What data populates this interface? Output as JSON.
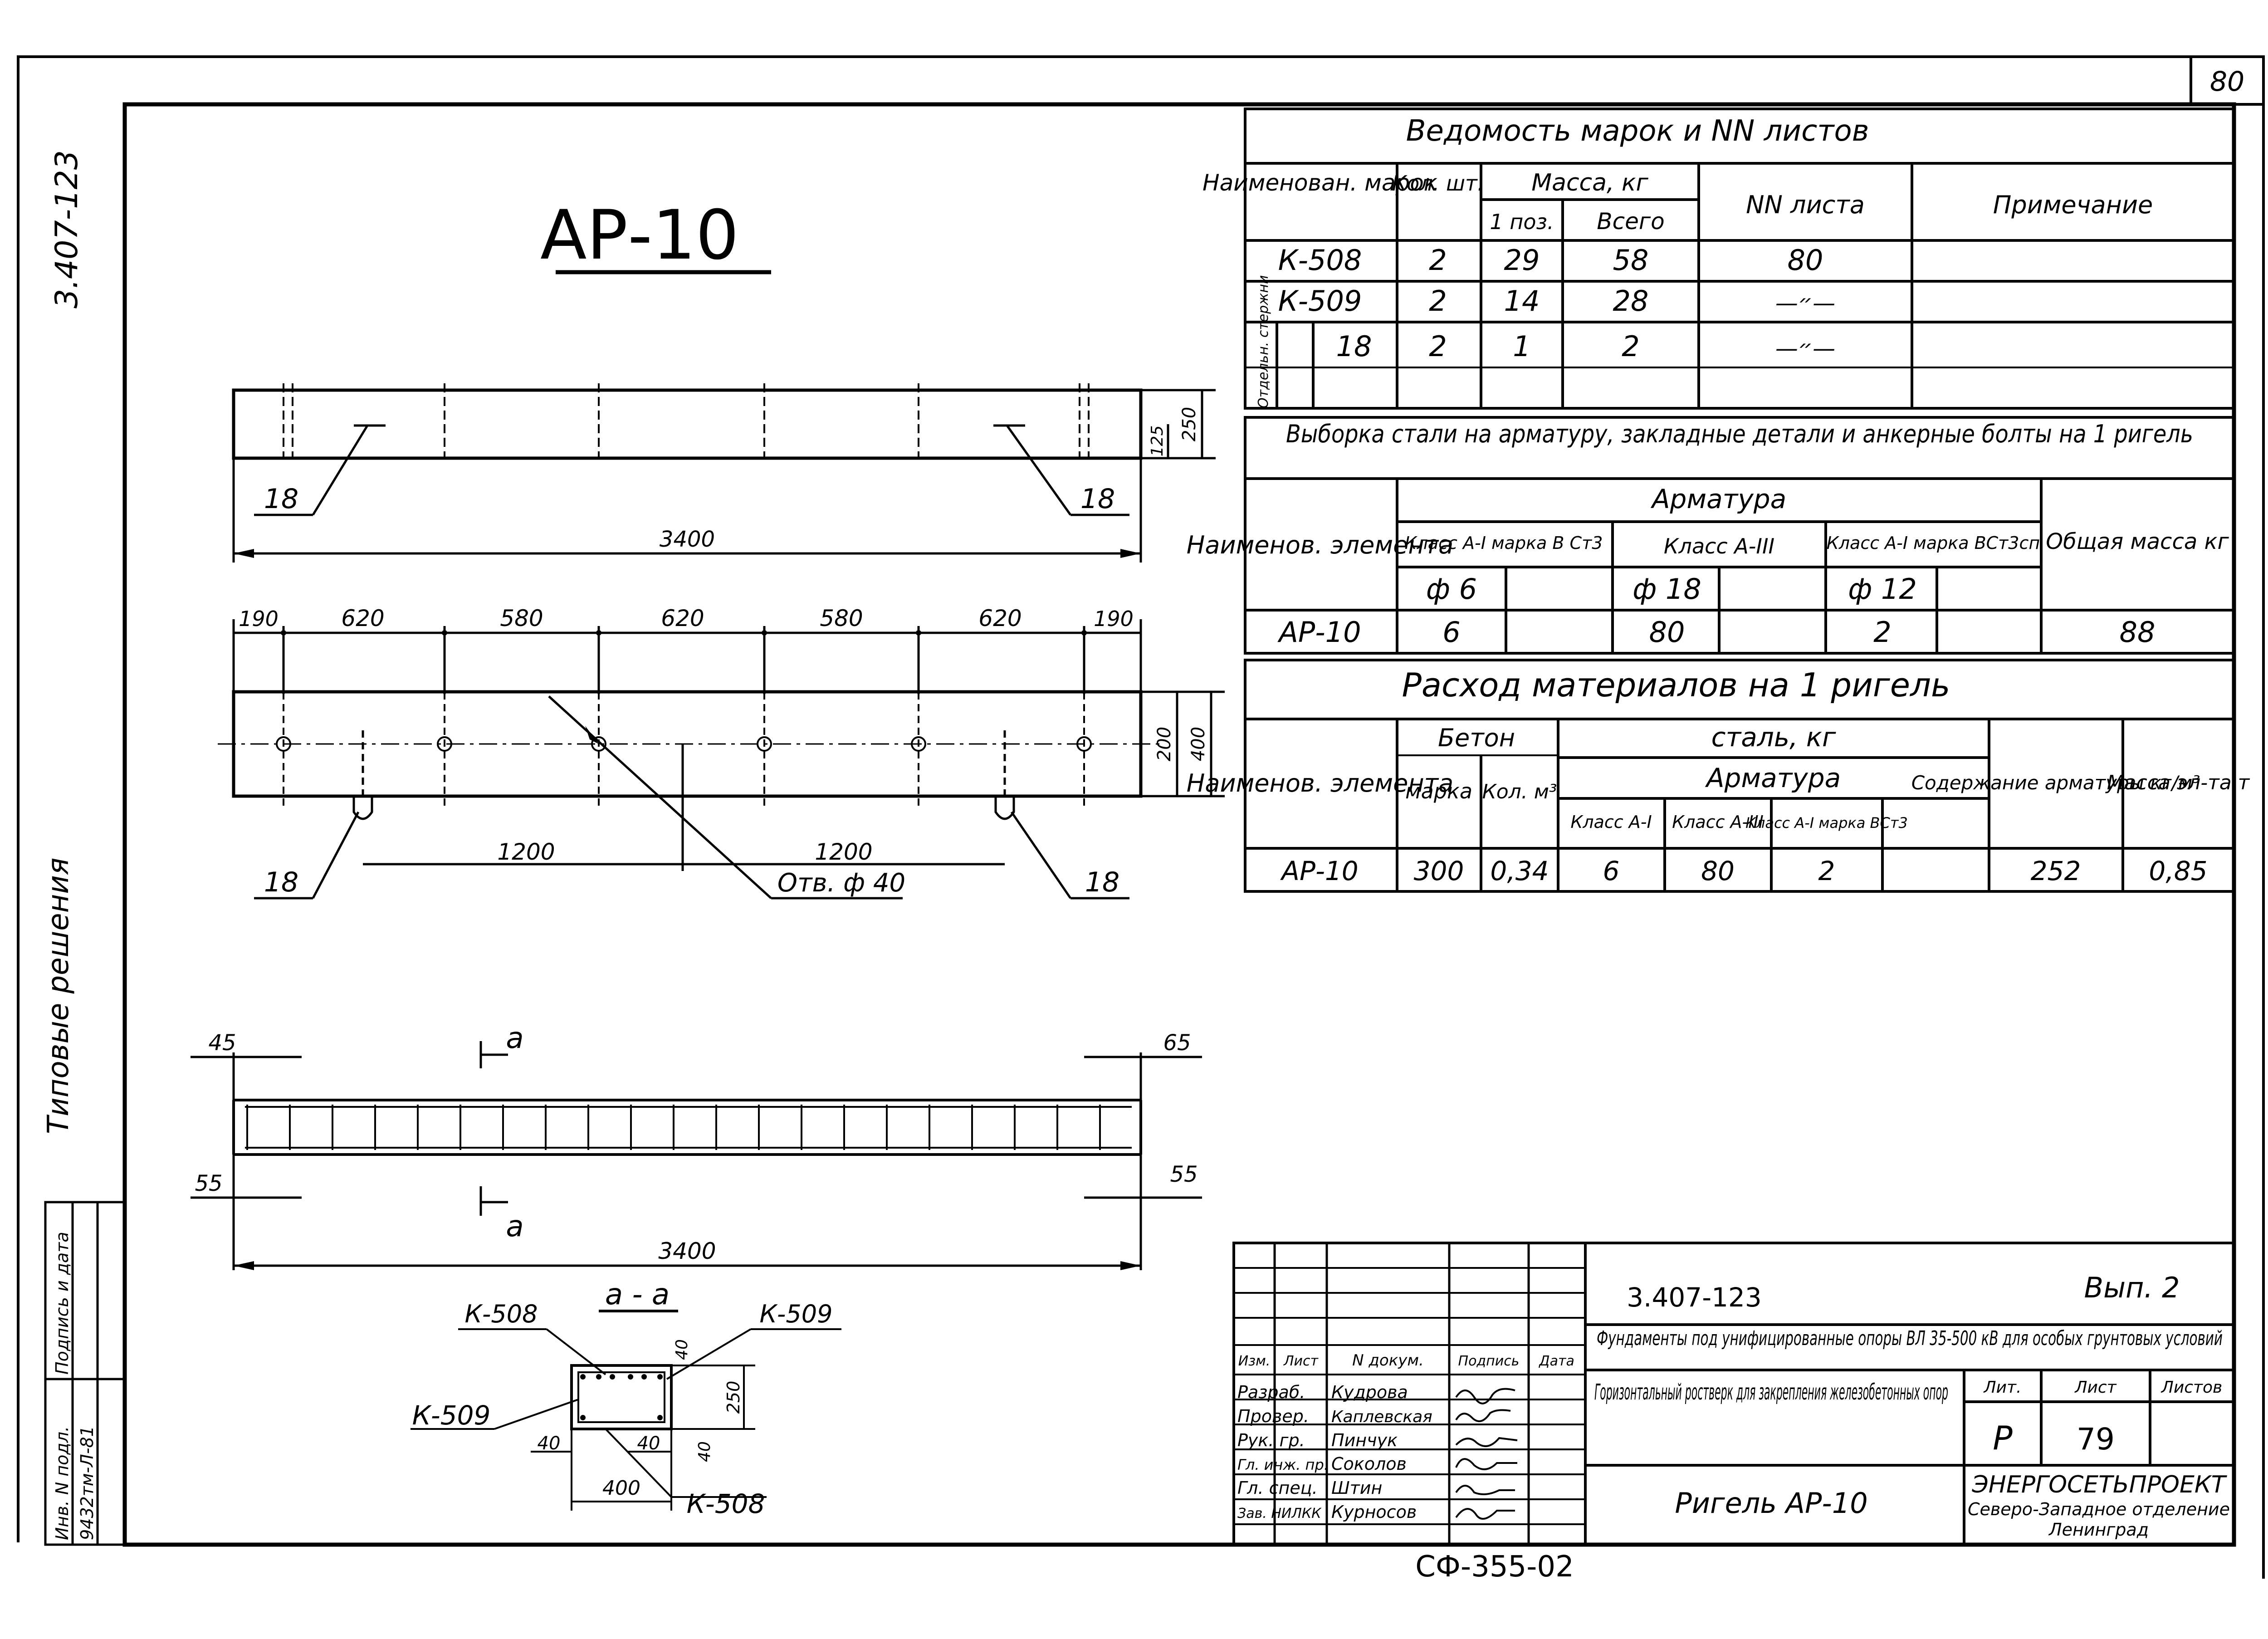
{
  "sheet_number": "80",
  "side": {
    "doc_code": "3.407-123",
    "series": "Типовые решения",
    "inv_header": "Инв. N подл.",
    "sign_header": "Подпись и дата",
    "inv_value": "9432тм-Л-81"
  },
  "drawing": {
    "title": "АР-10",
    "length_3400": "3400",
    "marker_18": "18",
    "height_250": "250",
    "height_125": "125",
    "dims_top": [
      "190",
      "620",
      "580",
      "620",
      "580",
      "620",
      "190"
    ],
    "plan_200": "200",
    "plan_400": "400",
    "dim_1200": "1200",
    "hole_label": "Отв. ф 40",
    "cage_45": "45",
    "cage_65": "65",
    "cage_55": "55",
    "section_mark": "а",
    "section_title": "а - а",
    "k508": "К-508",
    "k509": "К-509",
    "sec_40": "40",
    "sec_250": "250",
    "sec_400": "400"
  },
  "marks_table": {
    "title": "Ведомость марок и NN листов",
    "headers": {
      "name": "Наименован. марок",
      "qty": "Кол. шт.",
      "mass": "Масса, кг",
      "mass_one": "1 поз.",
      "mass_total": "Всего",
      "sheet": "NN листа",
      "note": "Примечание"
    },
    "side_label": "Отдельн. стержни",
    "rows": [
      {
        "name": "К-508",
        "qty": "2",
        "one": "29",
        "total": "58",
        "sheet": "80"
      },
      {
        "name": "К-509",
        "qty": "2",
        "one": "14",
        "total": "28",
        "sheet": "—״—"
      },
      {
        "name": "18",
        "qty": "2",
        "one": "1",
        "total": "2",
        "sheet": "—״—"
      }
    ]
  },
  "steel_table": {
    "title": "Выборка стали на арматуру, закладные детали и анкерные болты на 1 ригель",
    "h_name": "Наименов. элемента",
    "h_arm": "Арматура",
    "h_c1": "Класс А-I марка В Ст3",
    "h_c2": "Класс А-III",
    "h_c3": "Класс А-I марка ВСт3сп",
    "h_total": "Общая масса кг",
    "d1": "ф 6",
    "d2": "ф 18",
    "d3": "ф 12",
    "row": {
      "name": "АР-10",
      "v1": "6",
      "v2": "80",
      "v3": "2",
      "total": "88"
    }
  },
  "materials_table": {
    "title": "Расход материалов на 1 ригель",
    "h_name": "Наименов. элемента",
    "h_concrete": "Бетон",
    "h_grade": "марка",
    "h_vol": "Кол. м³",
    "h_steel": "сталь, кг",
    "h_arm": "Арматура",
    "h_c1": "Класс А-I",
    "h_c2": "Класс А-III",
    "h_c3": "Класс А-I марка ВСт3",
    "h_content": "Содержание арматуры кг/м³",
    "h_mass": "Масса эл-та т",
    "row": {
      "name": "АР-10",
      "grade": "300",
      "vol": "0,34",
      "c1": "6",
      "c2": "80",
      "c3": "2",
      "content": "252",
      "mass": "0,85"
    }
  },
  "stamp": {
    "code": "3.407-123",
    "issue": "Вып. 2",
    "project": "Фундаменты под унифицированные опоры ВЛ 35-500 кВ для особых грунтовых условий",
    "description": "Горизонтальный ростверк для закрепления железобетонных опор",
    "element": "Ригель АР-10",
    "col_headers": [
      "Изм.",
      "Лист",
      "N докум.",
      "Подпись",
      "Дата"
    ],
    "roles": [
      {
        "role": "Разраб.",
        "name": "Кудрова"
      },
      {
        "role": "Провер.",
        "name": "Каплевская"
      },
      {
        "role": "Рук. гр.",
        "name": "Пинчук"
      },
      {
        "role": "Гл. инж. пр.",
        "name": "Соколов"
      },
      {
        "role": "Гл. спец.",
        "name": "Штин"
      },
      {
        "role": "Зав. НИЛКК",
        "name": "Курносов"
      }
    ],
    "lit_label": "Лит.",
    "sheet_label": "Лист",
    "sheets_label": "Листов",
    "lit": "Р",
    "sheet": "79",
    "org1": "ЭНЕРГОСЕТЬПРОЕКТ",
    "org2": "Северо-Западное отделение",
    "org3": "Ленинград",
    "footer": "СФ-355-02"
  }
}
